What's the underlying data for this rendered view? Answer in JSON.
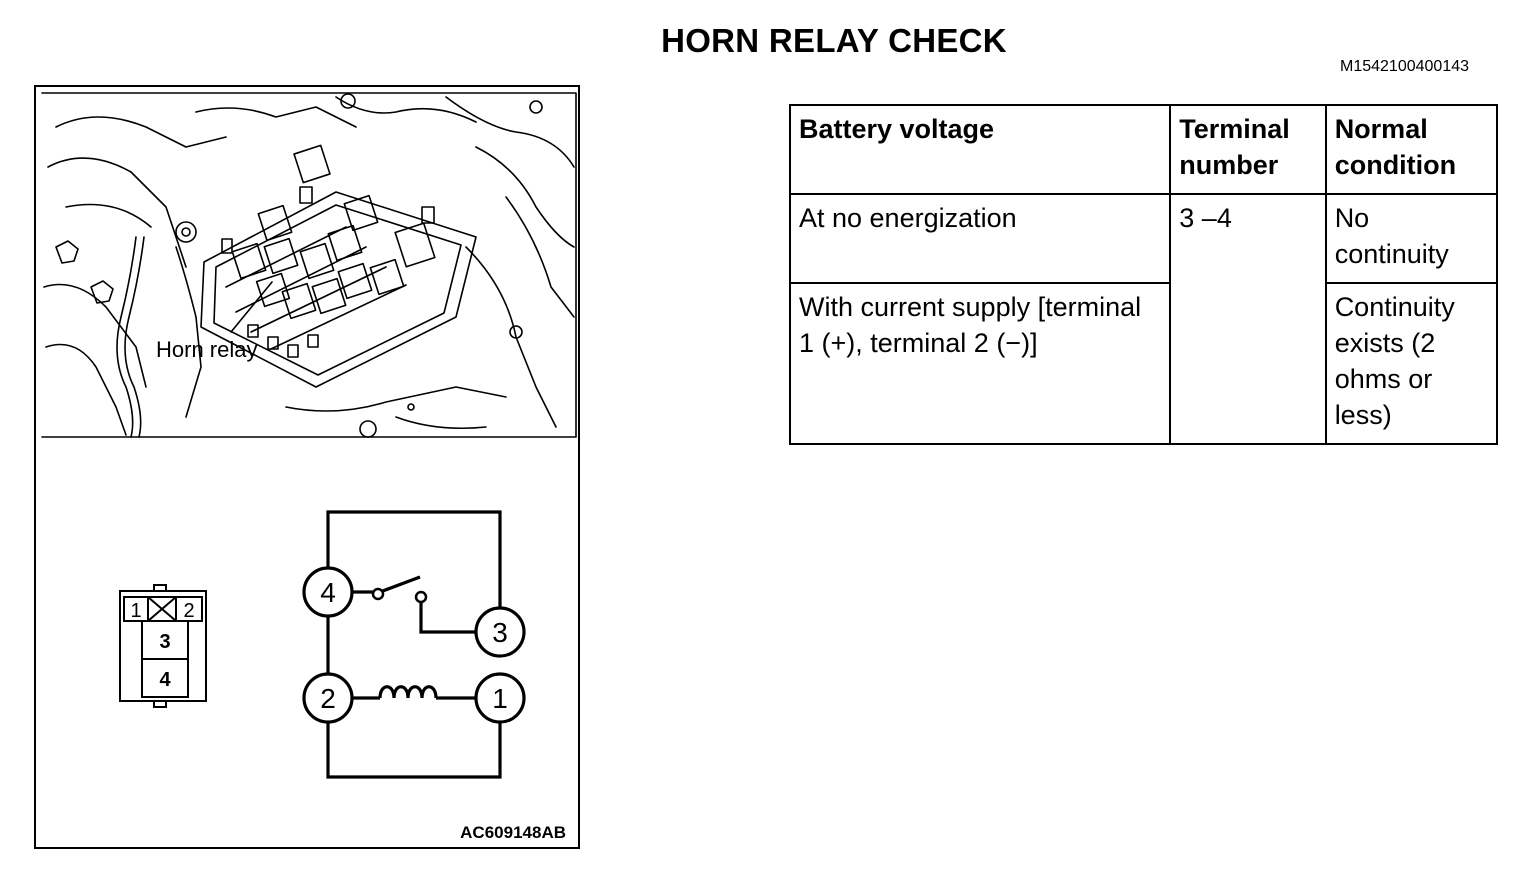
{
  "header": {
    "title": "HORN RELAY CHECK",
    "doc_id": "M1542100400143"
  },
  "figure": {
    "callout_label": "Horn relay",
    "figure_code": "AC609148AB",
    "connector_terminals": [
      "1",
      "2",
      "3",
      "4"
    ],
    "circuit_terminals": [
      "4",
      "3",
      "2",
      "1"
    ]
  },
  "table": {
    "headers": [
      "Battery voltage",
      "Terminal number",
      "Normal condition"
    ],
    "rows": [
      {
        "condition": "At no energization",
        "terminal": "3 –4",
        "result": "No continuity"
      },
      {
        "condition": "With current supply [terminal 1 (+), terminal 2 (−)]",
        "result": "Continuity exists (2 ohms or less)"
      }
    ]
  }
}
